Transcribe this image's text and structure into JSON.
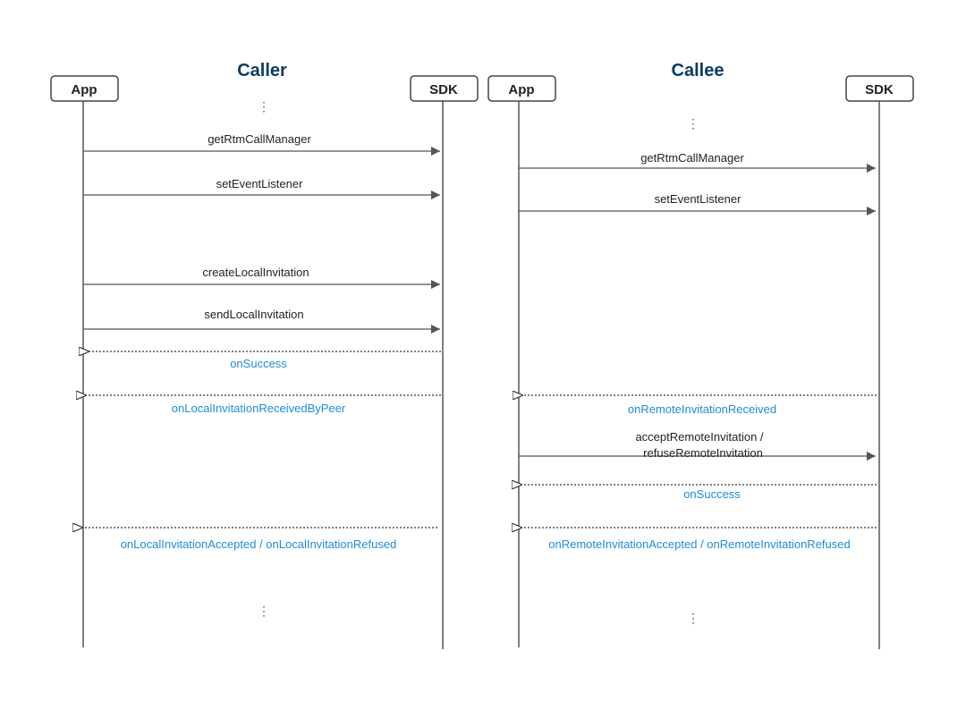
{
  "colors": {
    "title": "#0a3d66",
    "request_text": "#222222",
    "callback_text": "#1a8ce0",
    "line": "#555555",
    "box_border": "#444444"
  },
  "caller": {
    "title": "Caller",
    "app_label": "App",
    "sdk_label": "SDK",
    "ellipsis_top": "⋮",
    "ellipsis_bottom": "⋮",
    "messages": [
      {
        "label": "getRtmCallManager",
        "kind": "request"
      },
      {
        "label": "setEventListener",
        "kind": "request"
      },
      {
        "label": "createLocalInvitation",
        "kind": "request"
      },
      {
        "label": "sendLocalInvitation",
        "kind": "request"
      },
      {
        "label": "onSuccess",
        "kind": "callback"
      },
      {
        "label": "onLocalInvitationReceivedByPeer",
        "kind": "callback"
      },
      {
        "label": "onLocalInvitationAccepted / onLocalInvitationRefused",
        "kind": "callback"
      }
    ]
  },
  "callee": {
    "title": "Callee",
    "app_label": "App",
    "sdk_label": "SDK",
    "ellipsis_top": "⋮",
    "ellipsis_bottom": "⋮",
    "messages": [
      {
        "label": "getRtmCallManager",
        "kind": "request"
      },
      {
        "label": "setEventListener",
        "kind": "request"
      },
      {
        "label": "onRemoteInvitationReceived",
        "kind": "callback"
      },
      {
        "label": "acceptRemoteInvitation /",
        "label2": "refuseRemoteInvitation",
        "kind": "request"
      },
      {
        "label": "onSuccess",
        "kind": "callback"
      },
      {
        "label": "onRemoteInvitationAccepted / onRemoteInvitationRefused",
        "kind": "callback"
      }
    ]
  }
}
